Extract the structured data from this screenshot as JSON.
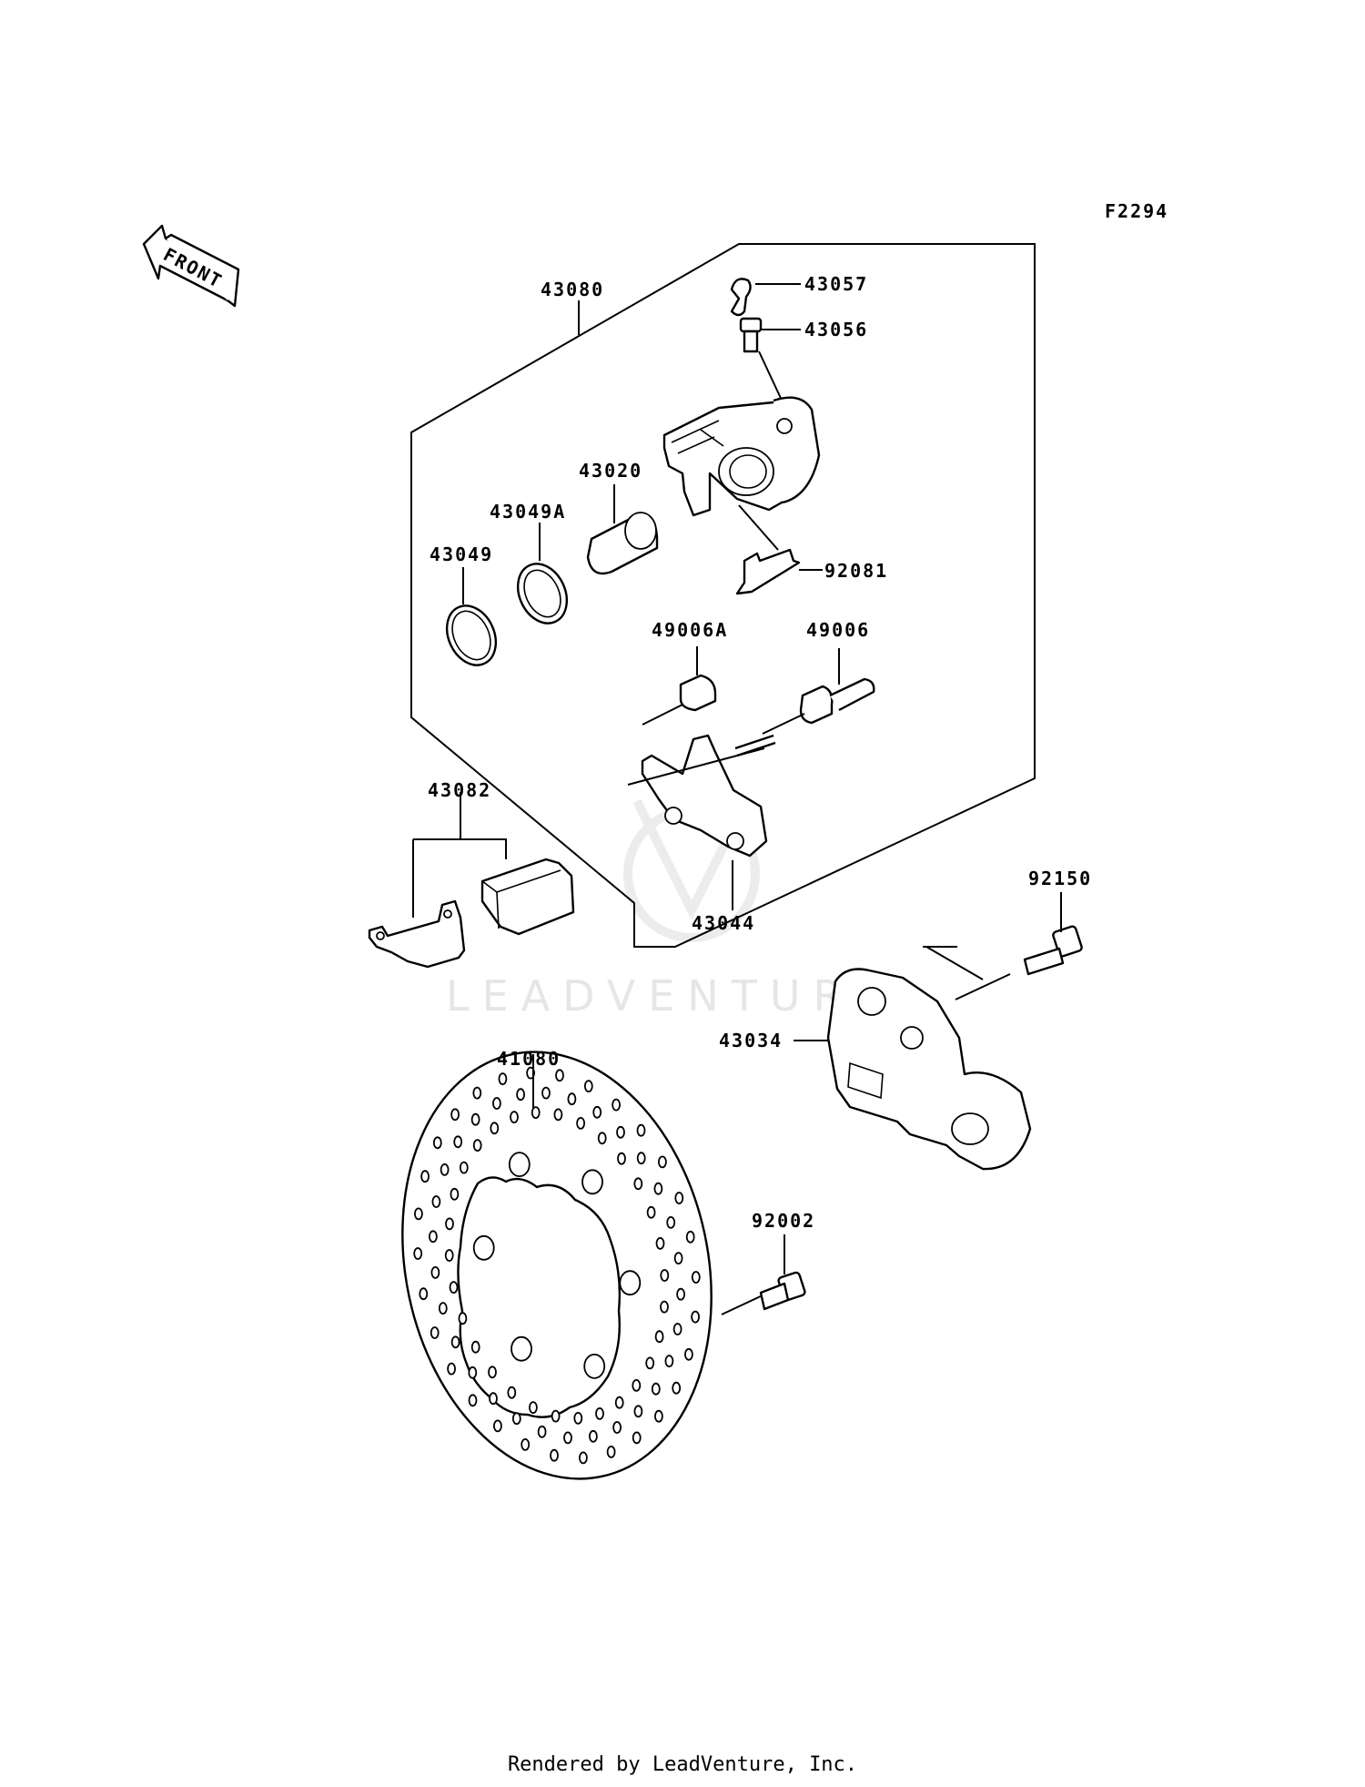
{
  "diagram_code": "F2294",
  "front_label": "FRONT",
  "watermark": "LEADVENTURE",
  "footer": "Rendered by LeadVenture, Inc.",
  "parts": {
    "p43080": "43080",
    "p43057": "43057",
    "p43056": "43056",
    "p43020": "43020",
    "p43049A": "43049A",
    "p43049": "43049",
    "p92081": "92081",
    "p49006A": "49006A",
    "p49006": "49006",
    "p43082": "43082",
    "p43044": "43044",
    "p92150": "92150",
    "p43034": "43034",
    "p41080": "41080",
    "p92002": "92002"
  }
}
